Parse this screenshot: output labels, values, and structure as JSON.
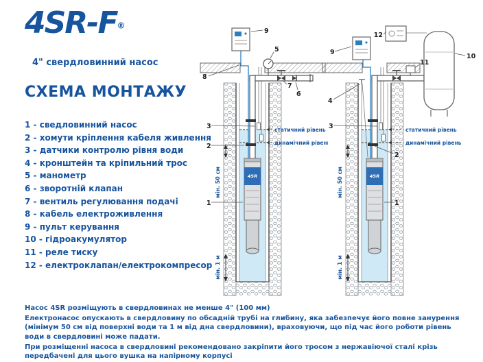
{
  "brand": {
    "logo": "4SR-F",
    "reg": "®",
    "subtitle": "4\" свердловинний насос"
  },
  "title": "СХЕМА МОНТАЖУ",
  "legend": {
    "separator": " - ",
    "items": [
      {
        "num": "1",
        "text": "сведловинний насос"
      },
      {
        "num": "2",
        "text": "хомути кріплення кабеля живлення"
      },
      {
        "num": "3",
        "text": "датчики контролю рівня води"
      },
      {
        "num": "4",
        "text": "кронштейн та кріпильний трос"
      },
      {
        "num": "5",
        "text": "манометр"
      },
      {
        "num": "6",
        "text": "зворотній клапан"
      },
      {
        "num": "7",
        "text": "вентиль регулювання подачі"
      },
      {
        "num": "8",
        "text": "кабель електроживлення"
      },
      {
        "num": "9",
        "text": "пульт керування"
      },
      {
        "num": "10",
        "text": "гідроакумулятор"
      },
      {
        "num": "11",
        "text": "реле тиску"
      },
      {
        "num": "12",
        "text": "електроклапан/електрокомпресор"
      }
    ]
  },
  "diagram": {
    "labels": {
      "static": "статичний рівень",
      "dynamic": "динамічний рівень",
      "min_depth": "мін. 50 см",
      "min_bottom": "мін. 1 м"
    },
    "pump_label": "4SR",
    "left_callouts": {
      "c1": "1",
      "c2": "2",
      "c3": "3",
      "c5": "5",
      "c6": "6",
      "c7": "7",
      "c8": "8",
      "c9": "9"
    },
    "right_callouts": {
      "c1": "1",
      "c2": "2",
      "c3": "3",
      "c4": "4",
      "c9": "9",
      "c10": "10",
      "c11": "11",
      "c12": "12"
    }
  },
  "footer": {
    "paragraphs": [
      "Насос 4SR розміщують в свердловинах не менше 4\" (100 мм)",
      "Електронасос опускають в свердловину по обсадній трубі на глибину, яка забезпечує його повне занурення (мінімум 50 см від поверхні води та 1 м від дна свердловини), враховуючи, що під час його роботи рівень води в свердловині може падати.",
      "При розміщенні насоса в свердловині рекомендовано закріпити його тросом з нержавіючої сталі крізь передбачені для цього вушка на напірному корпусі"
    ]
  },
  "colors": {
    "brand_blue": "#17549e",
    "water_blue": "#cfe9f7",
    "pump_band_blue": "#2f6eb5",
    "cable_blue": "#2a7fc0"
  }
}
